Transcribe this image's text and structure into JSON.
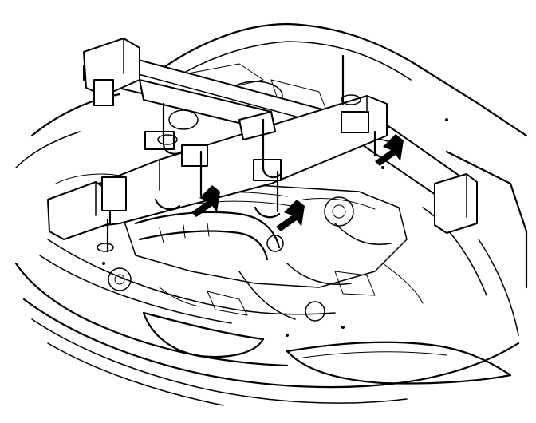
{
  "figure": {
    "accent_color": "#000000",
    "background": "#ffffff",
    "arrows": [
      {
        "name": "arrow-left-front-mount",
        "direction": "down-left"
      },
      {
        "name": "arrow-center-mount",
        "direction": "down-left"
      },
      {
        "name": "arrow-right-rear-mount",
        "direction": "down-left"
      }
    ]
  }
}
